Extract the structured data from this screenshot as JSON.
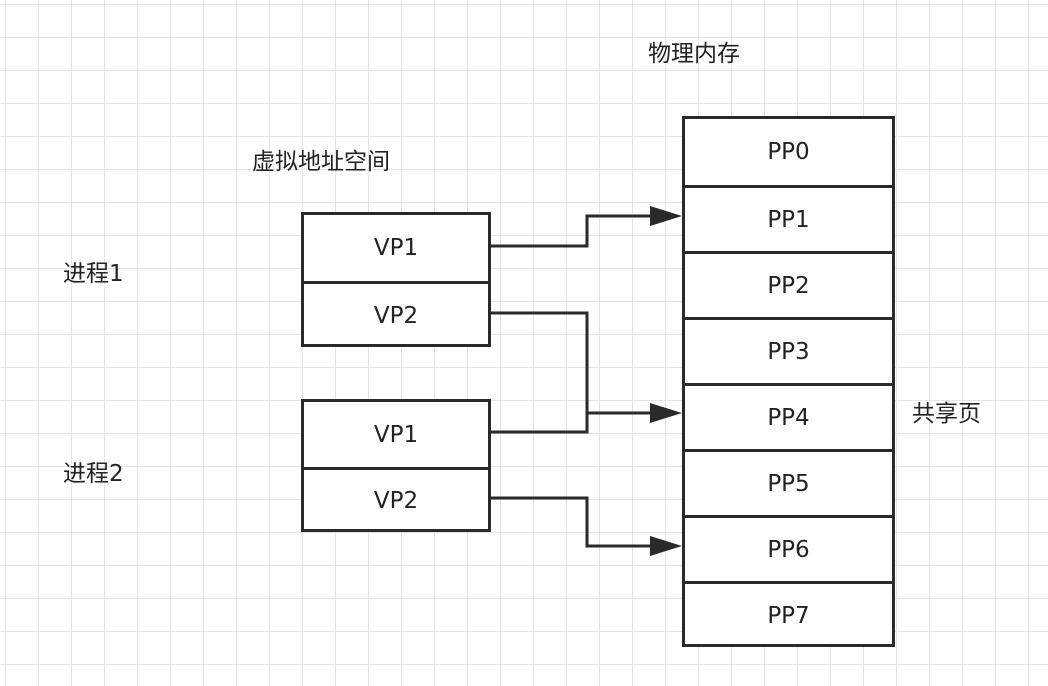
{
  "labels": {
    "physical_memory": "物理内存",
    "virtual_address_space": "虚拟地址空间",
    "process1": "进程1",
    "process2": "进程2",
    "shared_page": "共享页"
  },
  "process1_pages": [
    "VP1",
    "VP2"
  ],
  "process2_pages": [
    "VP1",
    "VP2"
  ],
  "physical_pages": [
    "PP0",
    "PP1",
    "PP2",
    "PP3",
    "PP4",
    "PP5",
    "PP6",
    "PP7"
  ],
  "mappings": [
    {
      "process": "进程1",
      "virtual": "VP1",
      "physical": "PP1"
    },
    {
      "process": "进程1",
      "virtual": "VP2",
      "physical": "PP4"
    },
    {
      "process": "进程2",
      "virtual": "VP1",
      "physical": "PP4"
    },
    {
      "process": "进程2",
      "virtual": "VP2",
      "physical": "PP6"
    }
  ],
  "colors": {
    "stroke": "#2a2a2a",
    "grid": "#e4e4e4",
    "background": "#ffffff"
  }
}
